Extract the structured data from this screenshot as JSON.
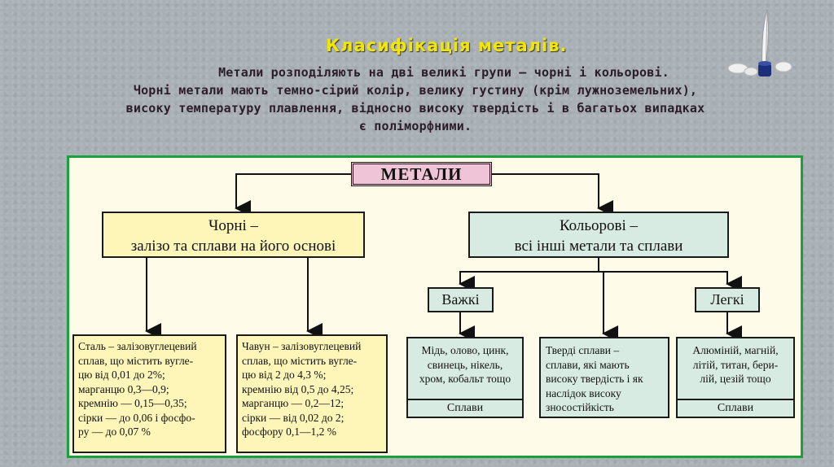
{
  "slide": {
    "title": "Класифікація металів.",
    "intro_line_1": "Метали розподіляють на дві великі групи — чорні і кольорові.",
    "intro_line_2": "Чорні метали мають темно-сірий колір, велику густину (крім лужноземельних),",
    "intro_line_3": "високу температуру плавлення, відносно високу твердість і в багатьох випадках",
    "intro_line_4": "є поліморфними."
  },
  "diagram": {
    "root": "МЕТАЛИ",
    "ferrous": {
      "line1": "Чорні –",
      "line2": "залізо та сплави на його основі"
    },
    "nonferrous": {
      "line1": "Кольорові –",
      "line2": "всі інші метали та сплави"
    },
    "heavy": "Важкі",
    "light": "Легкі",
    "steel": [
      "Сталь – залізовуглецевий",
      "сплав, що містить вугле-",
      "цю від 0,01 до 2%;",
      "марганцю 0,3—0,9;",
      "кремнію — 0,15—0,35;",
      "сірки — до 0,06 і фосфо-",
      "ру — до 0,07 %"
    ],
    "cast_iron": [
      "Чавун – залізовуглецевий",
      "сплав, що містить вугле-",
      "цю від 2 до 4,3 %;",
      "кремнію від 0,5 до 4,25;",
      "марганцю — 0,2—12;",
      "сірки — від 0,02 до 2;",
      "фосфору 0,1—1,2 %"
    ],
    "heavy_metals": [
      "Мідь, олово, цинк,",
      "свинець, нікель,",
      "хром, кобальт тощо"
    ],
    "heavy_footer": "Сплави",
    "hard_alloys": [
      "Тверді сплави –",
      "сплави, які мають",
      "високу твердість і як",
      "наслідок високу",
      "зносостійкість"
    ],
    "light_metals": [
      "Алюміній, магній,",
      "літій, титан, бери-",
      "лій, цезій тощо"
    ],
    "light_footer": "Сплави"
  },
  "colors": {
    "title": "#f2e600",
    "panel_border": "#1aa13a",
    "root_fill": "#efc4d6",
    "ferrous_fill": "#fdf6b8",
    "nonferrous_fill": "#d8ebe2"
  },
  "icons": {
    "quill": "quill-inkwell-icon"
  }
}
